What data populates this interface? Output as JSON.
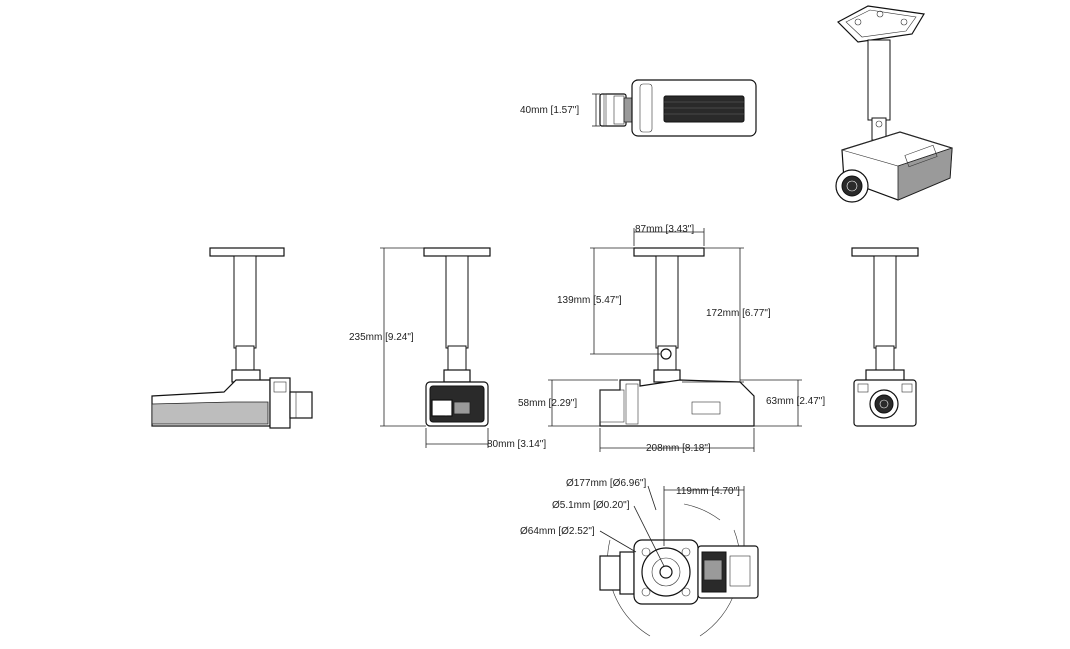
{
  "dimensions": {
    "lens_height": "40mm [1.57\"]",
    "mount_width": "87mm [3.43\"]",
    "pole_length": "139mm [5.47\"]",
    "total_drop": "172mm [6.77\"]",
    "overall_height": "235mm [9.24\"]",
    "body_height": "58mm [2.29\"]",
    "body_height_rear": "63mm [2.47\"]",
    "body_width": "80mm [3.14\"]",
    "body_length": "208mm [8.18\"]",
    "swing_diameter": "Ø177mm [Ø6.96\"]",
    "hole_diameter": "Ø5.1mm [Ø0.20\"]",
    "base_diameter": "Ø64mm [Ø2.52\"]",
    "offset_length": "119mm [4.70\"]"
  },
  "colors": {
    "line": "#222222",
    "fill_dark": "#2a2a2a",
    "fill_grey": "#9a9a9a",
    "background": "#ffffff"
  }
}
